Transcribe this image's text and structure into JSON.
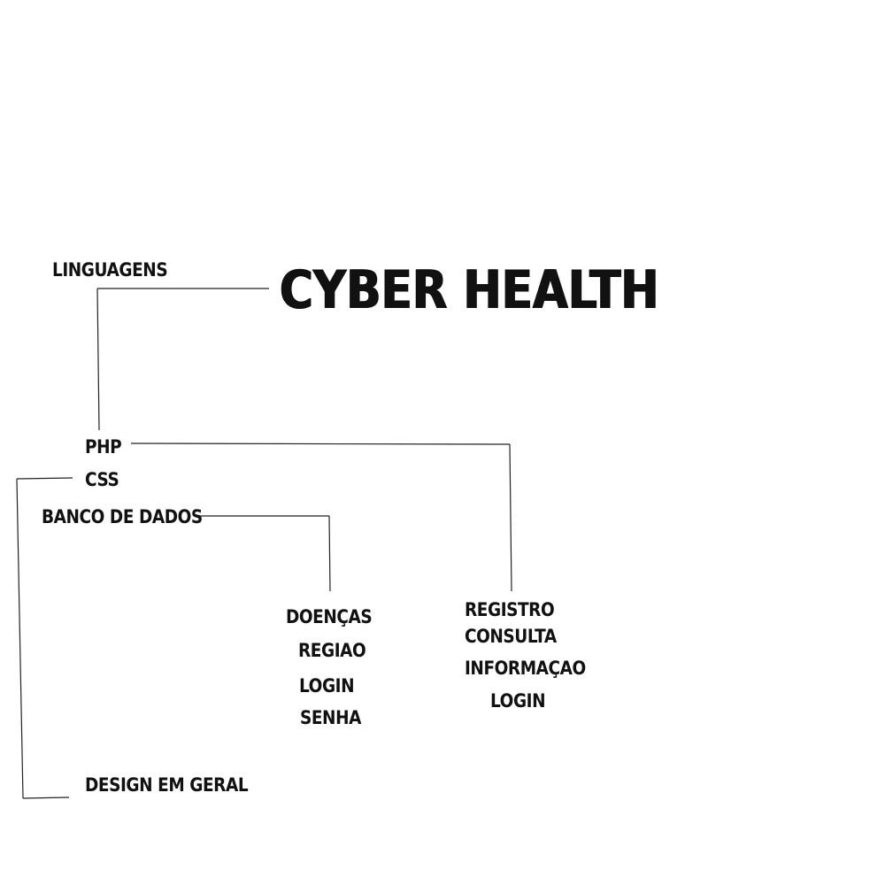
{
  "title": "CYBER HEALTH",
  "languages_heading": "LINGUAGENS",
  "tech": {
    "php": "PHP",
    "css": "CSS",
    "database": "BANCO DE DADOS",
    "design": "DESIGN EM GERAL"
  },
  "database_fields": [
    "DOENÇAS",
    "REGIAO",
    "LOGIN",
    "SENHA"
  ],
  "php_features": [
    "REGISTRO",
    "CONSULTA",
    "INFORMAÇAO",
    "LOGIN"
  ],
  "colors": {
    "ink": "#111111",
    "line": "#222222",
    "background": "#ffffff"
  }
}
